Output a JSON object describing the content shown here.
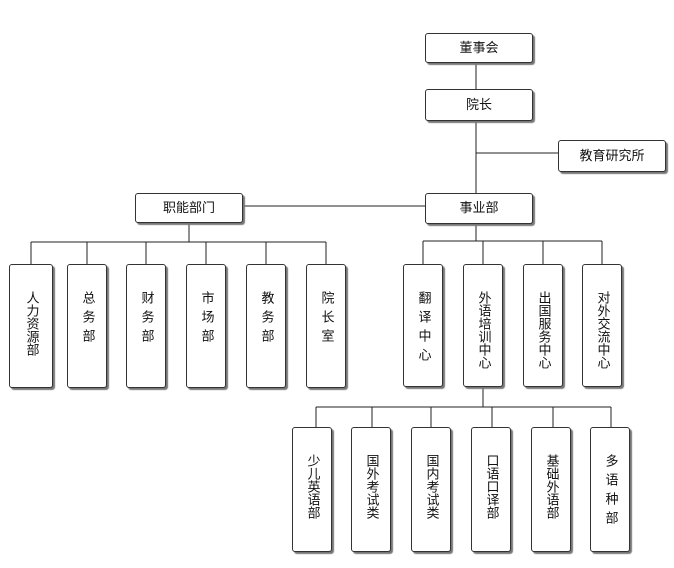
{
  "top": {
    "board": "董事会",
    "president": "院长",
    "research": "教育研究所"
  },
  "mid": {
    "functional": "职能部门",
    "business": "事业部"
  },
  "functional_units": [
    "人力资源部",
    "总务部",
    "财务部",
    "市场部",
    "教务部",
    "院长室"
  ],
  "business_units": [
    "翻译中心",
    "外语培训中心",
    "出国服务中心",
    "对外交流中心"
  ],
  "training_units": [
    "少儿英语部",
    "国外考试类",
    "国内考试类",
    "口语口译部",
    "基础外语部",
    "多语种部"
  ]
}
